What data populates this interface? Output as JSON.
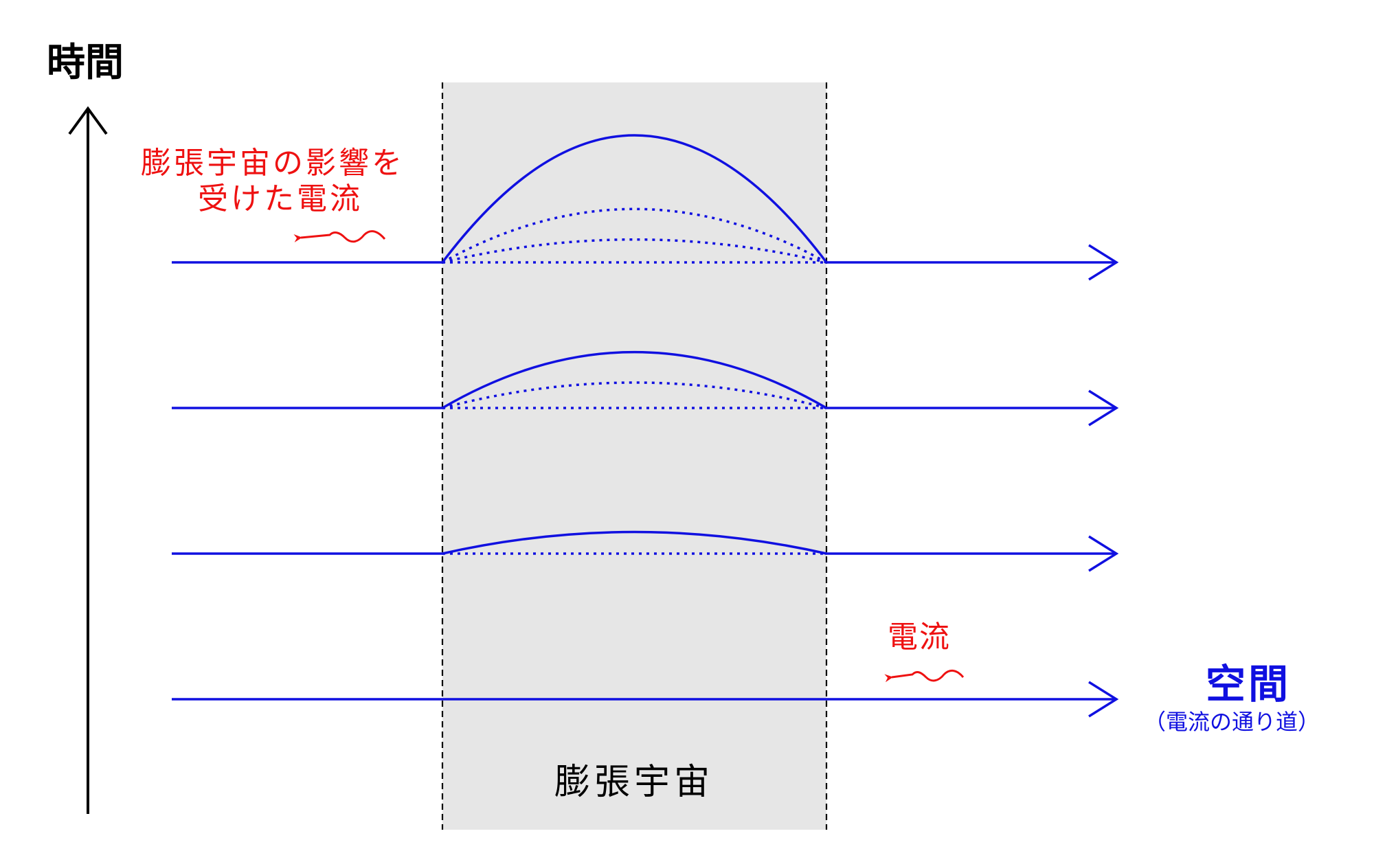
{
  "labels": {
    "time_axis": "時間",
    "space_axis": "空間",
    "space_sub": "（電流の通り道）",
    "region": "膨張宇宙",
    "affected_current_line1": "膨張宇宙の影響を",
    "affected_current_line2": "受けた電流",
    "current": "電流"
  },
  "colors": {
    "current_line": "#1010e0",
    "annotation": "#ee1111",
    "axis": "#000000",
    "region_fill": "#e6e6e6"
  },
  "worldlines": [
    {
      "name": "worldline-4",
      "bumps": [
        1.0,
        0.42,
        0.18
      ]
    },
    {
      "name": "worldline-3",
      "bumps": [
        0.44,
        0.2
      ]
    },
    {
      "name": "worldline-2",
      "bumps": [
        0.17
      ]
    },
    {
      "name": "worldline-1",
      "bumps": []
    }
  ]
}
